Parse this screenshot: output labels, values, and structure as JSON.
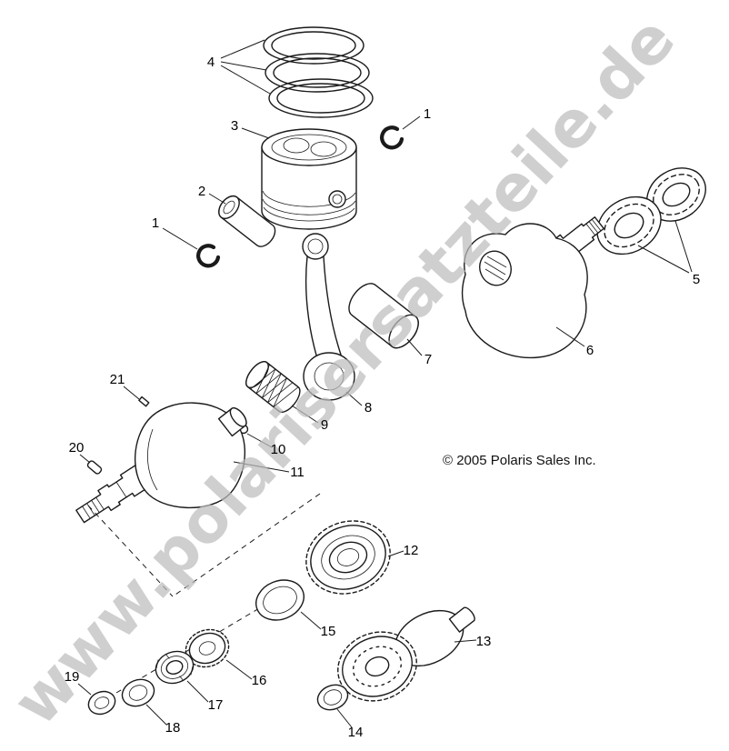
{
  "watermark_text": "www.polarisersatzteile.de",
  "copyright_text": "© 2005 Polaris Sales Inc.",
  "callouts": {
    "c1a": "1",
    "c1b": "1",
    "c2": "2",
    "c3": "3",
    "c4": "4",
    "c5": "5",
    "c6": "6",
    "c7": "7",
    "c8": "8",
    "c9": "9",
    "c10": "10",
    "c11": "11",
    "c12": "12",
    "c13": "13",
    "c14": "14",
    "c15": "15",
    "c16": "16",
    "c17": "17",
    "c18": "18",
    "c19": "19",
    "c20": "20",
    "c21": "21"
  },
  "colors": {
    "line": "#1a1a1a",
    "watermark": "#bdbdbd",
    "background": "#ffffff"
  }
}
